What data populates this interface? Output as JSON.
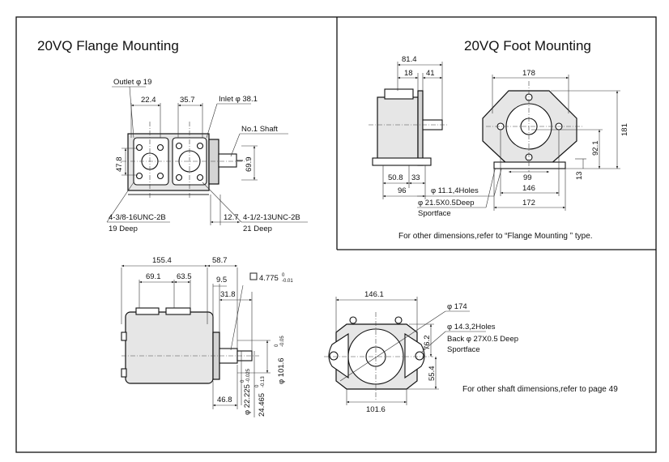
{
  "titles": {
    "flange": "20VQ Flange Mounting",
    "foot": "20VQ Foot Mounting"
  },
  "flange_view": {
    "outlet": "Outlet φ 19",
    "inlet": "Inlet φ 38.1",
    "dim_22_4": "22.4",
    "dim_35_7": "35.7",
    "shaft": "No.1 Shaft",
    "dim_47_8": "47.8",
    "dim_69_9": "69.9",
    "dim_12_7": "12.7",
    "bolt1_line1": "4-3/8-16UNC-2B",
    "bolt1_line2": "19 Deep",
    "bolt2_line1": "4-1/2-13UNC-2B",
    "bolt2_line2": "21 Deep"
  },
  "foot_side": {
    "dim_81_4": "81.4",
    "dim_18": "18",
    "dim_41": "41",
    "dim_50_8": "50.8",
    "dim_33": "33",
    "dim_96": "96",
    "holes": "φ 11.1,4Holes",
    "deep": "φ 21.5X0.5Deep",
    "sportface": "Sportface"
  },
  "foot_front": {
    "dim_178": "178",
    "dim_181": "181",
    "dim_92_1": "92.1",
    "dim_99": "99",
    "dim_13": "13",
    "dim_146": "146",
    "dim_172": "172"
  },
  "foot_note": "For other  dimensions,refer to “Flange Mounting ” type.",
  "side_view": {
    "dim_155_4": "155.4",
    "dim_58_7": "58.7",
    "dim_69_1": "69.1",
    "dim_63_5": "63.5",
    "dim_9_5": "9.5",
    "dim_4_775": "4.775",
    "tol_4775_upper": "0",
    "tol_4775_lower": "-0.01",
    "dim_31_8": "31.8",
    "dim_101_6": "φ 101.6",
    "tol_101_upper": "0",
    "tol_101_lower": "-0.05",
    "dim_46_8": "46.8",
    "dim_22_225": "φ 22.225",
    "tol_22_upper": "0",
    "tol_22_lower": "-0.025",
    "dim_24_465": "24.465",
    "tol_24_upper": "0",
    "tol_24_lower": "-0.13"
  },
  "end_view": {
    "dim_146_1": "146.1",
    "dim_174": "φ 174",
    "holes": "φ 14.3,2Holes",
    "back": "Back φ 27X0.5 Deep",
    "sportface": "Sportface",
    "dim_76_2": "76.2",
    "dim_55_4": "55.4",
    "dim_101_6": "101.6"
  },
  "shaft_note": "For other shaft dimensions,refer to page 49"
}
